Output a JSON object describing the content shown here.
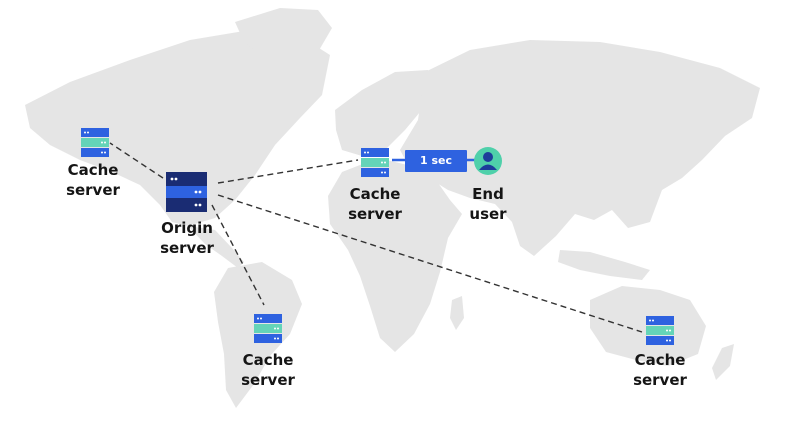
{
  "nodes": {
    "cache_na": {
      "line1": "Cache",
      "line2": "server"
    },
    "origin": {
      "line1": "Origin",
      "line2": "server"
    },
    "cache_eu": {
      "line1": "Cache",
      "line2": "server"
    },
    "end_user": {
      "line1": "End",
      "line2": "user"
    },
    "cache_sa": {
      "line1": "Cache",
      "line2": "server"
    },
    "cache_au": {
      "line1": "Cache",
      "line2": "server"
    }
  },
  "latency": {
    "label": "1 sec"
  },
  "colors": {
    "map_land": "#e5e5e5",
    "cache_blue": "#2e62e0",
    "cache_teal": "#64d4b8",
    "origin_navy": "#1a2c73",
    "origin_blue": "#2e62e0",
    "user_teal": "#4fd0aa",
    "user_figure": "#1d3d9a",
    "connector": "#333333"
  }
}
